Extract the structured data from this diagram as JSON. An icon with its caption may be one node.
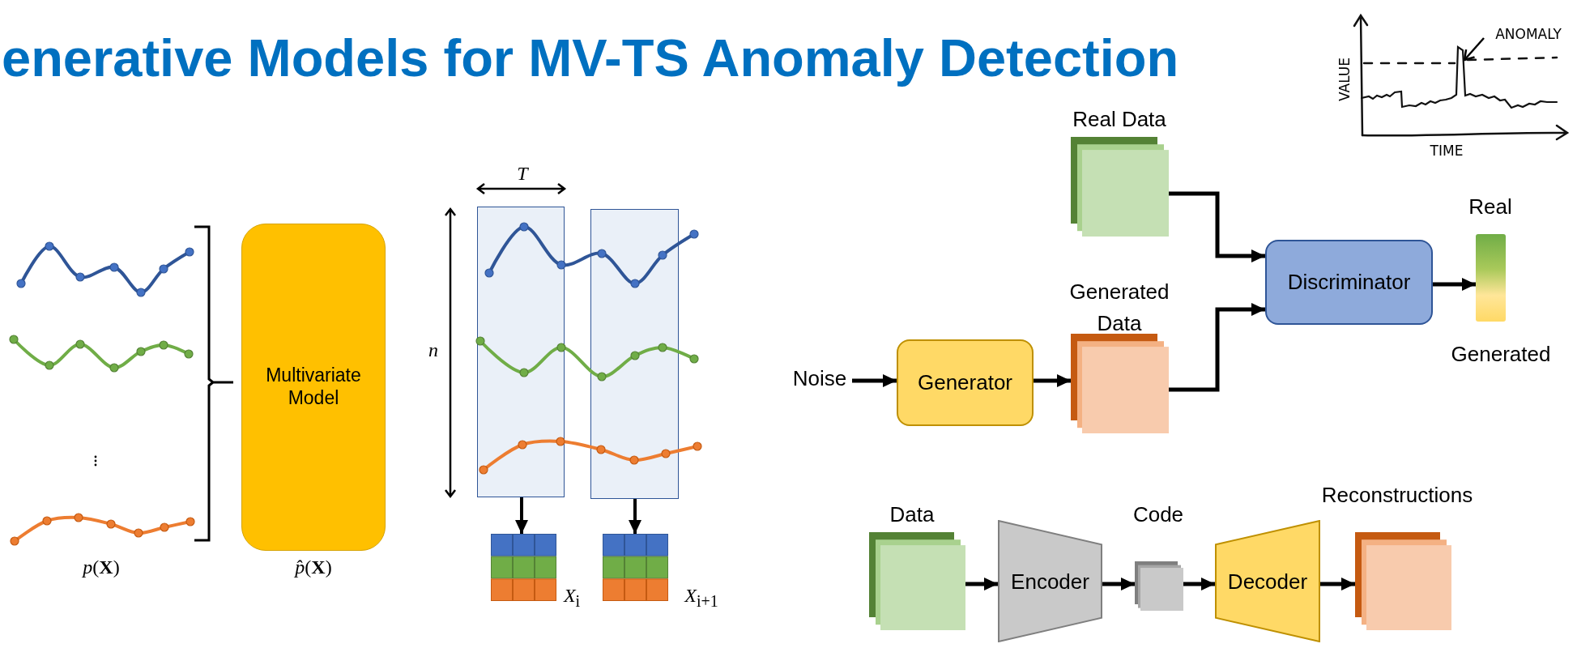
{
  "diagram": {
    "title": "enerative Models for MV-TS Anomaly Detection",
    "nodes": [
      {
        "text": [
          "Multivariate Model"
        ],
        "beside": [
          "*p̂*(**X**)"
        ]
      },
      {
        "text": [],
        "shape": "box"
      },
      {
        "text": [],
        "shape": "box"
      },
      {
        "text": [],
        "shape": "box",
        "beside": [
          "*X*$_{i}$"
        ]
      },
      {
        "text": [],
        "shape": "box",
        "beside": [
          "*X*$_{i+1}$"
        ]
      },
      {
        "text": [
          "ANOMALY"
        ]
      },
      {
        "text": [
          "Real Data"
        ]
      },
      {
        "text": [
          "Noise"
        ]
      },
      {
        "text": [
          "Generator"
        ]
      },
      {
        "text": [
          "Generated Data"
        ]
      },
      {
        "text": [
          "Discriminator"
        ]
      },
      {
        "text": [],
        "shape": "bar",
        "beside": [
          "Real",
          "Generated"
        ]
      },
      {
        "text": [
          "Data"
        ]
      },
      {
        "text": [
          "Encoder"
        ]
      },
      {
        "text": [
          "Code"
        ]
      },
      {
        "text": [
          "Decoder"
        ]
      },
      {
        "text": [
          "Reconstructions"
        ]
      }
    ],
    "edges": [
      {
        "from": 1,
        "to": 3,
        "arrow": "to"
      },
      {
        "from": 2,
        "to": 4,
        "arrow": "to"
      },
      {
        "from": 5,
        "to": null,
        "arrow": "to"
      },
      {
        "from": 7,
        "to": 8,
        "arrow": "to"
      },
      {
        "from": 8,
        "to": 9,
        "arrow": "to"
      },
      {
        "from": 6,
        "to": 10,
        "arrow": "to"
      },
      {
        "from": 9,
        "to": 10,
        "arrow": "to"
      },
      {
        "from": 10,
        "to": 11,
        "arrow": "to"
      },
      {
        "from": 12,
        "to": 13,
        "arrow": "to"
      },
      {
        "from": 13,
        "to": 14,
        "arrow": "to"
      },
      {
        "from": 14,
        "to": 15,
        "arrow": "to"
      },
      {
        "from": 15,
        "to": 16,
        "arrow": "to"
      }
    ],
    "labels": [
      "*p*(**X**)",
      "T",
      "n",
      "VALUE",
      "TIME"
    ]
  }
}
